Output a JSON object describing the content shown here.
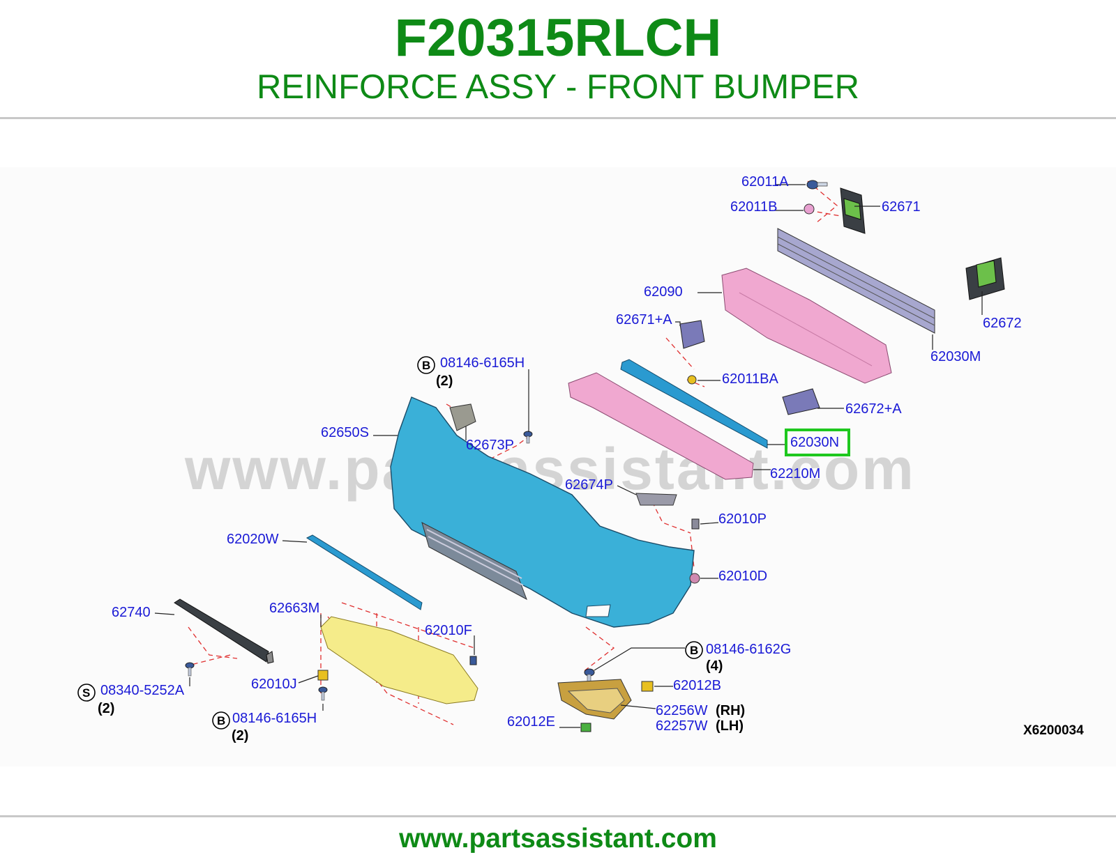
{
  "header": {
    "part_number": "F20315RLCH",
    "part_title": "REINFORCE ASSY - FRONT BUMPER"
  },
  "diagram": {
    "watermark": "www.partsassistant.com",
    "reference_code": "X6200034",
    "highlight_color": "#1ec81e",
    "label_color": "#1a1ad6",
    "callouts": {
      "c62011A": "62011A",
      "c62011B": "62011B",
      "c62671": "62671",
      "c62090": "62090",
      "c62672": "62672",
      "c62671A": "62671+A",
      "c62030M": "62030M",
      "c62011BA": "62011BA",
      "c08146_6165H_top": "08146-6165H",
      "c08146_6165H_top_qty": "(2)",
      "c62672A": "62672+A",
      "c62650S": "62650S",
      "c62673P": "62673P",
      "c62030N": "62030N",
      "c62210M": "62210M",
      "c62674P": "62674P",
      "c62010P": "62010P",
      "c62020W": "62020W",
      "c62010D": "62010D",
      "c62740": "62740",
      "c62663M": "62663M",
      "c62010F": "62010F",
      "c08146_6162G": "08146-6162G",
      "c08146_6162G_qty": "(4)",
      "c62010J": "62010J",
      "c62012B": "62012B",
      "c08340_5252A": "08340-5252A",
      "c08340_5252A_qty": "(2)",
      "c62256W": "62256W",
      "c62256W_side": "(RH)",
      "c62257W": "62257W",
      "c62257W_side": "(LH)",
      "c62012E": "62012E",
      "c08146_6165H_bottom": "08146-6165H",
      "c08146_6165H_bottom_qty": "(2)"
    },
    "badges": {
      "bolt": "B",
      "screw": "S"
    }
  },
  "footer": {
    "url": "www.partsassistant.com"
  }
}
